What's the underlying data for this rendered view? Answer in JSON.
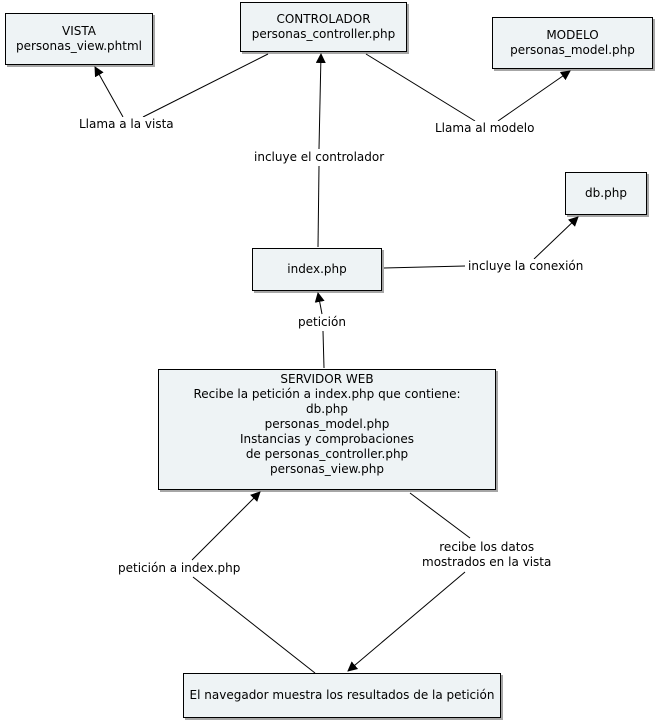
{
  "nodes": {
    "vista": {
      "line1": "VISTA",
      "line2": "personas_view.phtml"
    },
    "controlador": {
      "line1": "CONTROLADOR",
      "line2": "personas_controller.php"
    },
    "modelo": {
      "line1": "MODELO",
      "line2": "personas_model.php"
    },
    "db": {
      "line1": "db.php"
    },
    "index": {
      "line1": "index.php"
    },
    "servidor": {
      "lines": [
        "SERVIDOR WEB",
        "Recibe la petición a index.php que contiene:",
        "db.php",
        "personas_model.php",
        "Instancias y comprobaciones",
        "de personas_controller.php",
        "personas_view.php"
      ]
    },
    "navegador": {
      "line1": "El navegador muestra los resultados de la petición"
    }
  },
  "labels": {
    "llama_vista": "Llama a la vista",
    "llama_modelo": "Llama al modelo",
    "incluye_controlador": "incluye el controlador",
    "incluye_conexion": "incluye la conexión",
    "peticion": "petición",
    "peticion_index": "petición a index.php",
    "recibe_datos": {
      "line1": "recibe los datos",
      "line2": "mostrados en la vista"
    }
  }
}
